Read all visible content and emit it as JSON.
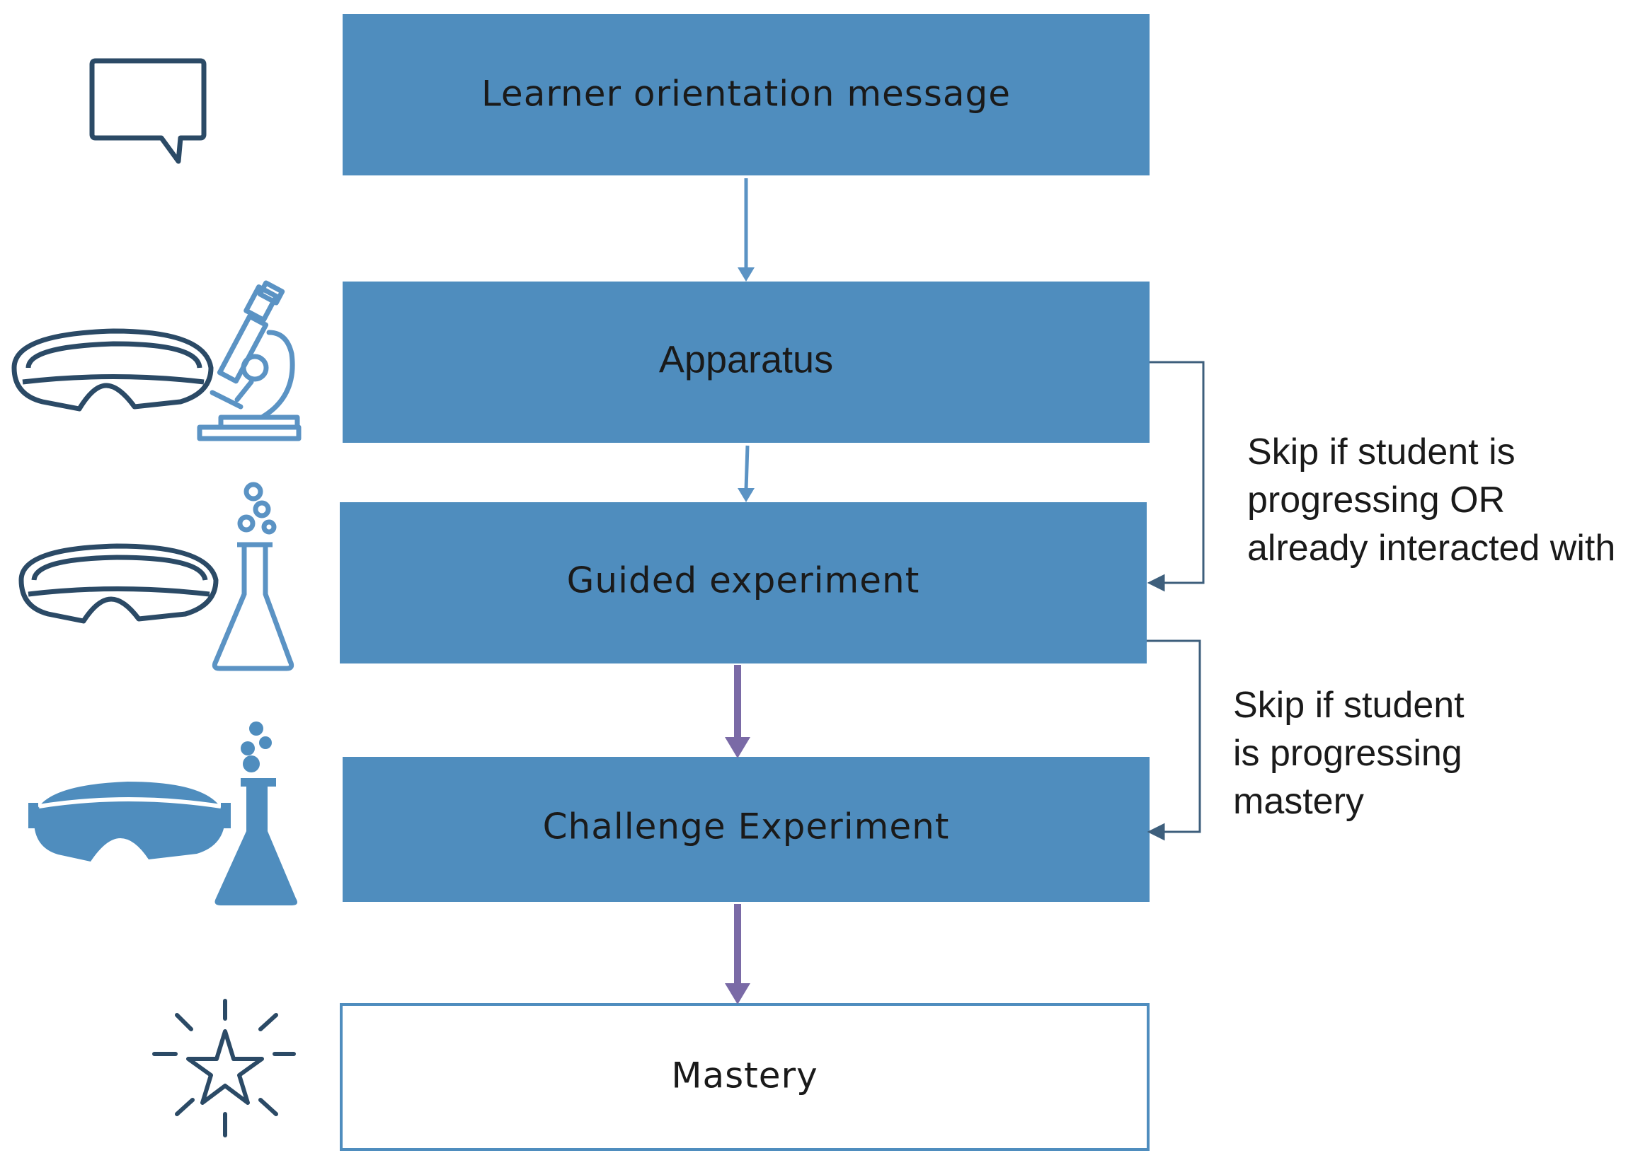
{
  "steps": [
    {
      "label": "Learner orientation message",
      "icon": "speech-bubble-icon"
    },
    {
      "label": "Apparatus",
      "icon": "goggles-microscope-icon"
    },
    {
      "label": "Guided experiment",
      "icon": "goggles-flask-outline-icon"
    },
    {
      "label": "Challenge Experiment",
      "icon": "goggles-flask-filled-icon"
    },
    {
      "label": "Mastery",
      "icon": "star-burst-icon"
    }
  ],
  "skip_notes": [
    {
      "lines": [
        "Skip if student is",
        "progressing OR",
        "already interacted with"
      ]
    },
    {
      "lines": [
        "Skip if student",
        "is progressing",
        "mastery"
      ]
    }
  ],
  "colors": {
    "box_fill": "#4f8dbe",
    "box_text": "#1a1a1a",
    "outline_box": "#4f8dbe",
    "arrow_blue": "#5b93c4",
    "arrow_purple": "#7a6aa6",
    "bracket": "#3e5f7c",
    "icon_dark": "#2b4a66",
    "icon_blue": "#5b93c4"
  }
}
